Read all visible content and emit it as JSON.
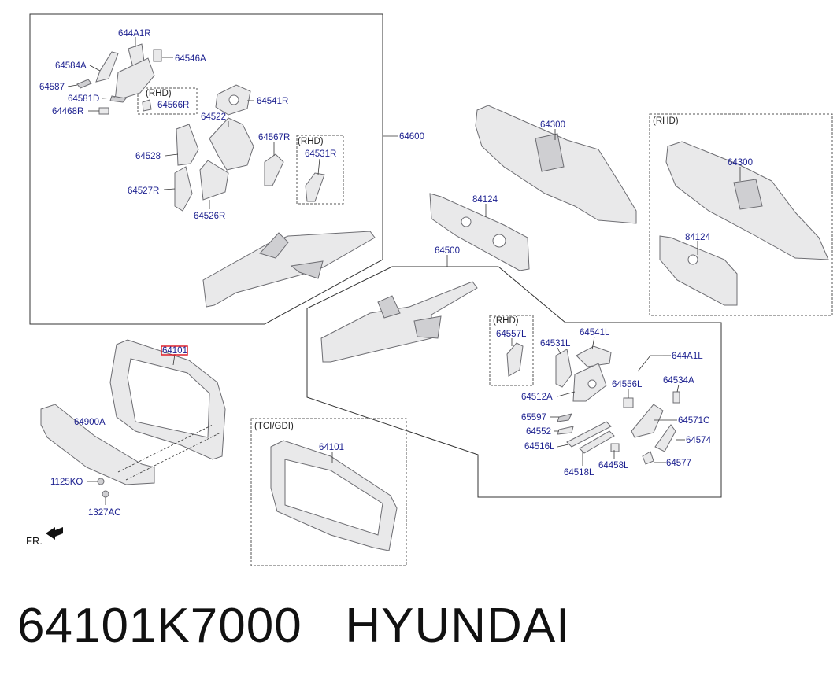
{
  "labels": {
    "p644A1R": "644A1R",
    "p64546A": "64546A",
    "p64584A": "64584A",
    "p64587": "64587",
    "p64581D": "64581D",
    "p64468R": "64468R",
    "rhd1": "(RHD)",
    "p64566R": "64566R",
    "p64541R": "64541R",
    "p64522": "64522",
    "p64567R": "64567R",
    "rhd2": "(RHD)",
    "p64531R": "64531R",
    "p64528": "64528",
    "p64527R": "64527R",
    "p64526R": "64526R",
    "p64600": "64600",
    "p64300a": "64300",
    "rhd3": "(RHD)",
    "p64300b": "64300",
    "p84124a": "84124",
    "p84124b": "84124",
    "p64500": "64500",
    "rhd4": "(RHD)",
    "p64557L": "64557L",
    "p64531L": "64531L",
    "p64541L": "64541L",
    "p644A1L": "644A1L",
    "p64512A": "64512A",
    "p64556L": "64556L",
    "p64534A": "64534A",
    "p65597": "65597",
    "p64552": "64552",
    "p64571C": "64571C",
    "p64516L": "64516L",
    "p64574": "64574",
    "p64518L": "64518L",
    "p64458L": "64458L",
    "p64577": "64577",
    "p64101hl": "64101",
    "p64900A": "64900A",
    "p1125KO": "1125KO",
    "p1327AC": "1327AC",
    "tcigdi": "(TCI/GDI)",
    "p64101b": "64101",
    "fr": "FR."
  },
  "caption": {
    "part_number": "64101K7000",
    "brand": "HYUNDAI"
  },
  "colors": {
    "label": "#1b1f8f",
    "highlight": "#e0202a",
    "part_fill": "#e9e9ea",
    "part_stroke": "#6d6d72"
  }
}
